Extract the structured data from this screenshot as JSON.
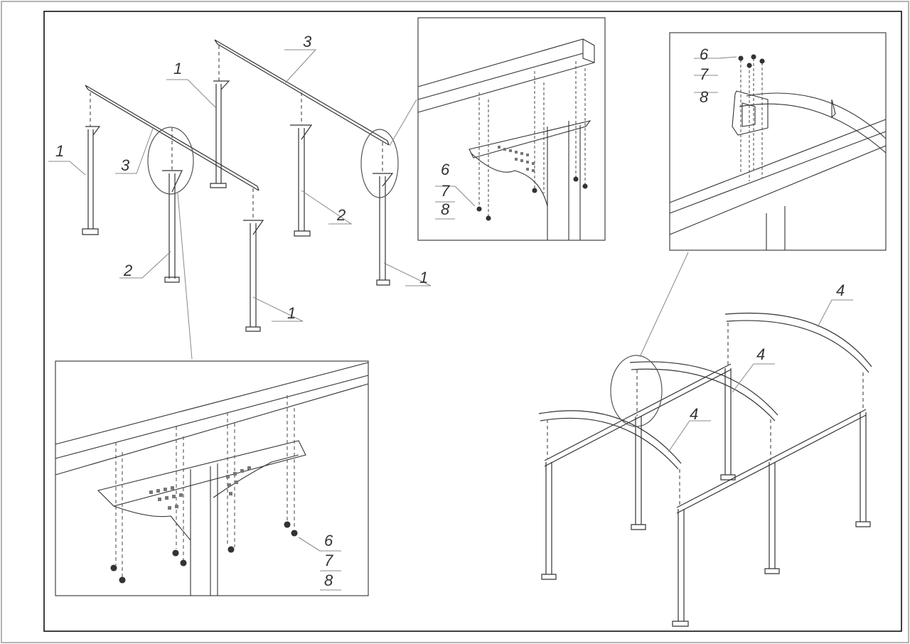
{
  "callouts": {
    "post_a": "1",
    "post_b": "2",
    "beam": "3",
    "arch": "4",
    "fastener_1": "6",
    "fastener_2": "7",
    "fastener_3": "8"
  },
  "colors": {
    "line": "#333333",
    "frame": "#000000",
    "dash": "#555555",
    "paper": "#ffffff"
  }
}
